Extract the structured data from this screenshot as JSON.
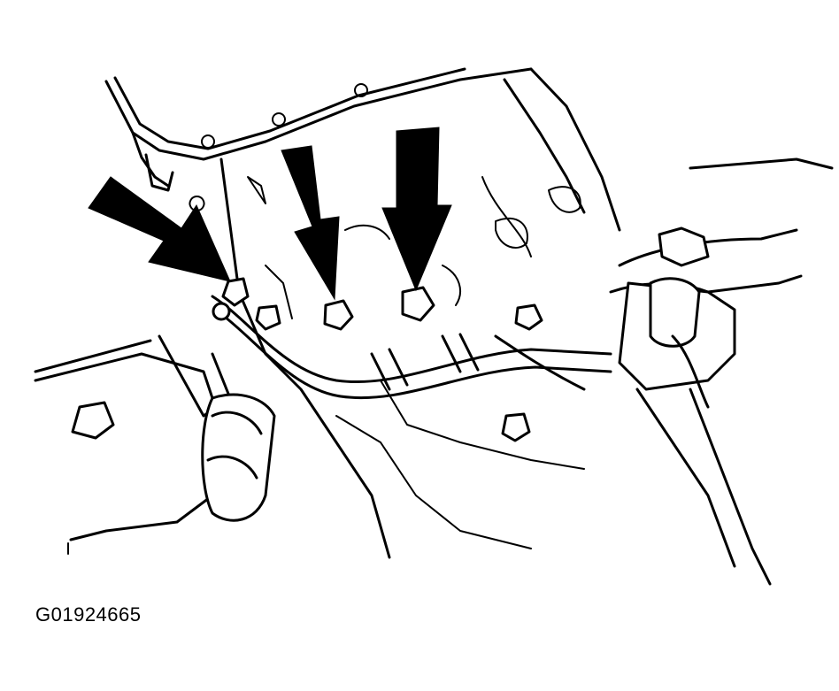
{
  "figure_code": "G01924665",
  "line_color": "#000000",
  "background_color": "#ffffff",
  "callouts": [
    {
      "name": "arrow-left-diagonal",
      "target": "bracket-bolt"
    },
    {
      "name": "arrow-center",
      "target": "center-bolt"
    },
    {
      "name": "arrow-right",
      "target": "right-bolt"
    }
  ]
}
